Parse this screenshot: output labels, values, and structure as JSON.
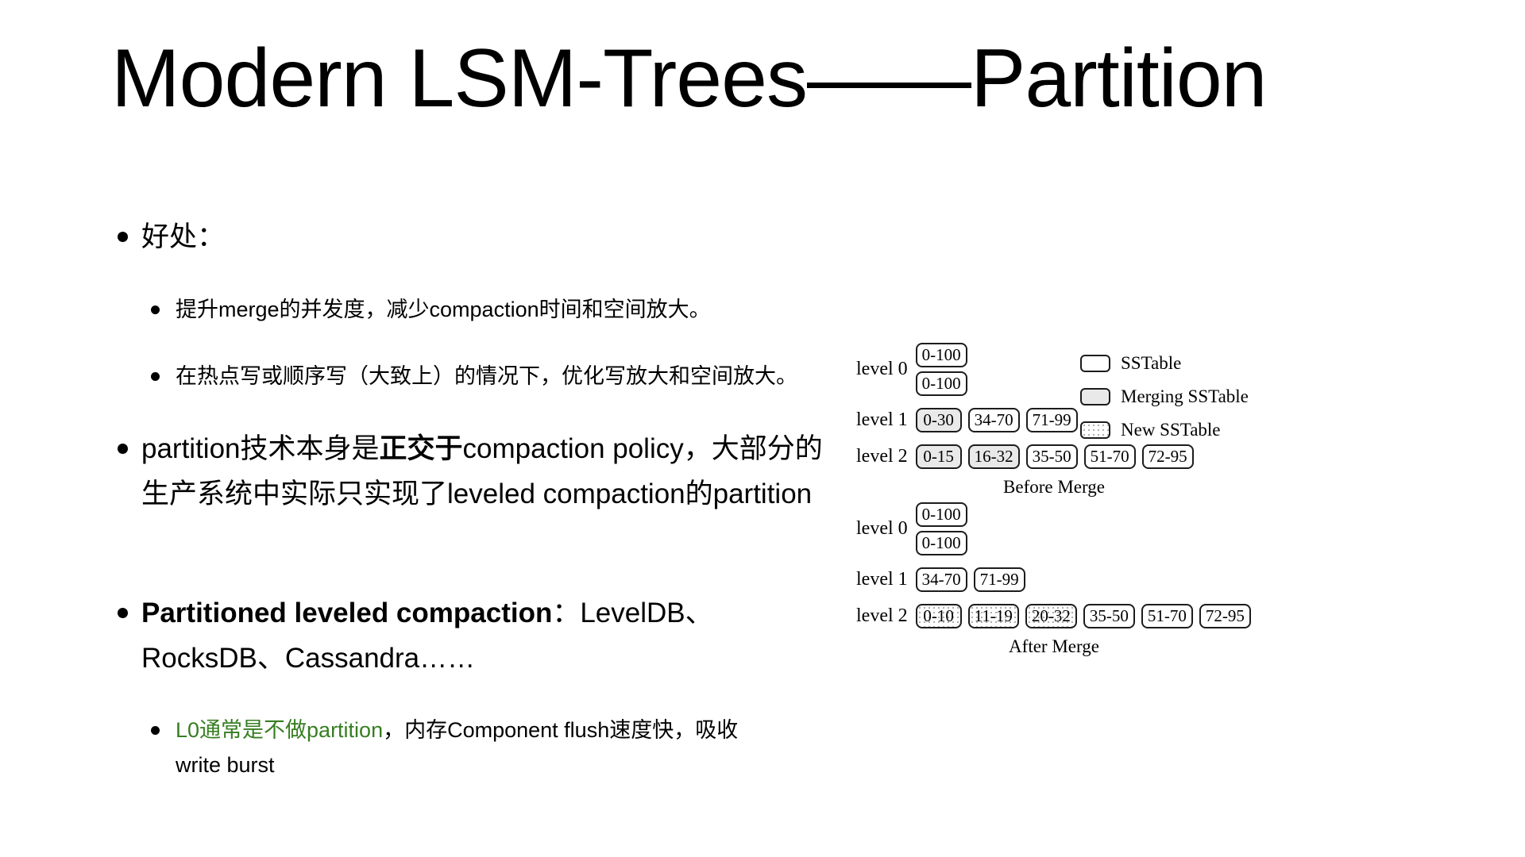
{
  "slide_title": "Modern LSM-Trees——Partition",
  "colors": {
    "text": "#000000",
    "highlight_green": "#377e22",
    "merging_fill": "#e9e9e9",
    "box_border": "#1c1c1c"
  },
  "bullets": {
    "benefits_heading": "好处：",
    "benefit_merge": "提升merge的并发度，减少compaction时间和空间放大。",
    "benefit_hotspot": "在热点写或顺序写（大致上）的情况下，优化写放大和空间放大。",
    "orthogonal": {
      "pre": "partition技术本身是",
      "emphasis": "正交于",
      "post": "compaction policy，大部分的生产系统中实际只实现了leveled compaction的partition"
    },
    "systems": {
      "emphasis": "Partitioned leveled compaction",
      "rest": "：LevelDB、RocksDB、Cassandra……"
    },
    "l0_note": {
      "highlight": "L0通常是不做partition",
      "rest": "，内存Component flush速度快，吸收 write burst"
    }
  },
  "diagram": {
    "legend": [
      {
        "label": "SSTable",
        "style": "plain"
      },
      {
        "label": "Merging SSTable",
        "style": "merging"
      },
      {
        "label": "New SSTable",
        "style": "new"
      }
    ],
    "before": {
      "caption": "Before Merge",
      "levels": [
        {
          "label": "level 0",
          "stacked": true,
          "boxes": [
            {
              "text": "0-100",
              "style": "plain"
            },
            {
              "text": "0-100",
              "style": "plain"
            }
          ]
        },
        {
          "label": "level 1",
          "boxes": [
            {
              "text": "0-30",
              "style": "merging"
            },
            {
              "text": "34-70",
              "style": "plain"
            },
            {
              "text": "71-99",
              "style": "plain"
            }
          ]
        },
        {
          "label": "level 2",
          "boxes": [
            {
              "text": "0-15",
              "style": "merging"
            },
            {
              "text": "16-32",
              "style": "merging"
            },
            {
              "text": "35-50",
              "style": "plain"
            },
            {
              "text": "51-70",
              "style": "plain"
            },
            {
              "text": "72-95",
              "style": "plain"
            }
          ]
        }
      ]
    },
    "after": {
      "caption": "After Merge",
      "levels": [
        {
          "label": "level 0",
          "stacked": true,
          "boxes": [
            {
              "text": "0-100",
              "style": "plain"
            },
            {
              "text": "0-100",
              "style": "plain"
            }
          ]
        },
        {
          "label": "level 1",
          "boxes": [
            {
              "text": "34-70",
              "style": "plain"
            },
            {
              "text": "71-99",
              "style": "plain"
            }
          ]
        },
        {
          "label": "level 2",
          "boxes": [
            {
              "text": "0-10",
              "style": "new"
            },
            {
              "text": "11-19",
              "style": "new"
            },
            {
              "text": "20-32",
              "style": "new"
            },
            {
              "text": "35-50",
              "style": "plain"
            },
            {
              "text": "51-70",
              "style": "plain"
            },
            {
              "text": "72-95",
              "style": "plain"
            }
          ]
        }
      ]
    }
  }
}
